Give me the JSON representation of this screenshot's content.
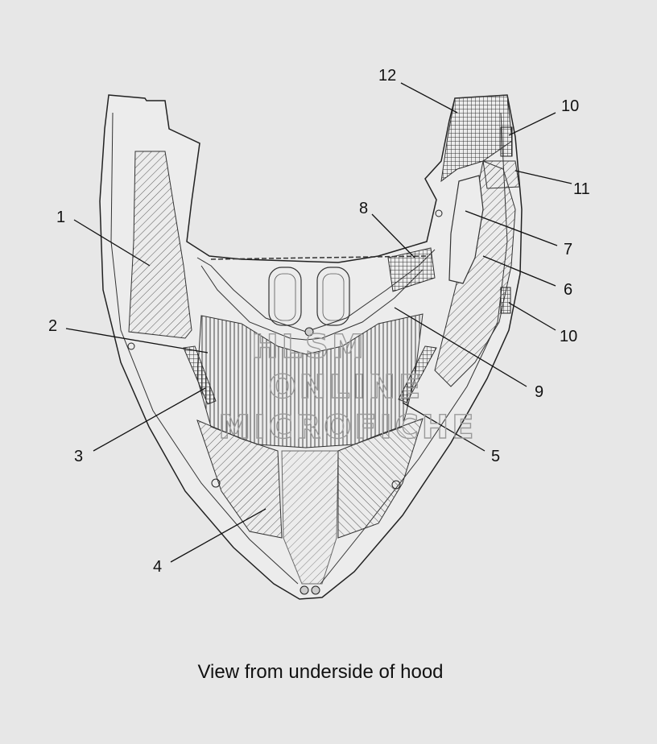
{
  "caption": "View from underside of hood",
  "watermark": [
    "HLSM",
    "ONLINE",
    "MICROFICHE"
  ],
  "callouts": [
    {
      "id": "1",
      "label": "1"
    },
    {
      "id": "2",
      "label": "2"
    },
    {
      "id": "3",
      "label": "3"
    },
    {
      "id": "4",
      "label": "4"
    },
    {
      "id": "5",
      "label": "5"
    },
    {
      "id": "6",
      "label": "6"
    },
    {
      "id": "7",
      "label": "7"
    },
    {
      "id": "8",
      "label": "8"
    },
    {
      "id": "9",
      "label": "9"
    },
    {
      "id": "10a",
      "label": "10"
    },
    {
      "id": "10b",
      "label": "10"
    },
    {
      "id": "11",
      "label": "11"
    },
    {
      "id": "12",
      "label": "12"
    }
  ]
}
